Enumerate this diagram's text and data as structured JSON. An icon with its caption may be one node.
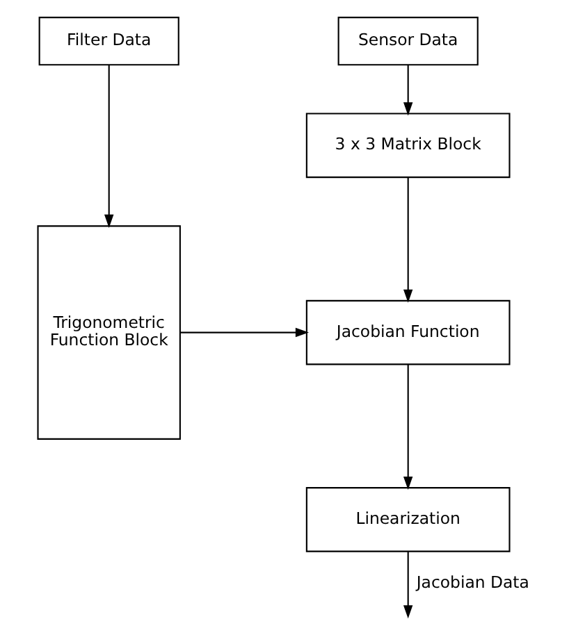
{
  "diagram": {
    "nodes": [
      {
        "text": [
          "Sensor Data"
        ]
      },
      {
        "text": [
          "3 x 3 Matrix Block"
        ]
      },
      {
        "text": [
          "Jacobian Function"
        ]
      },
      {
        "text": [
          "Linearization"
        ]
      },
      {
        "text": [
          "Filter Data"
        ]
      },
      {
        "text": [
          "Trigonometric Function Block"
        ]
      }
    ],
    "edges": [
      {
        "from": 0,
        "to": 1,
        "arrow": "to"
      },
      {
        "from": 1,
        "to": 2,
        "arrow": "to"
      },
      {
        "from": 2,
        "to": 3,
        "arrow": "to"
      },
      {
        "from": 3,
        "to": null,
        "arrow": "to",
        "label": "Jacobian Data"
      },
      {
        "from": 4,
        "to": 5,
        "arrow": "to"
      },
      {
        "from": 5,
        "to": 2,
        "arrow": "to"
      }
    ]
  }
}
